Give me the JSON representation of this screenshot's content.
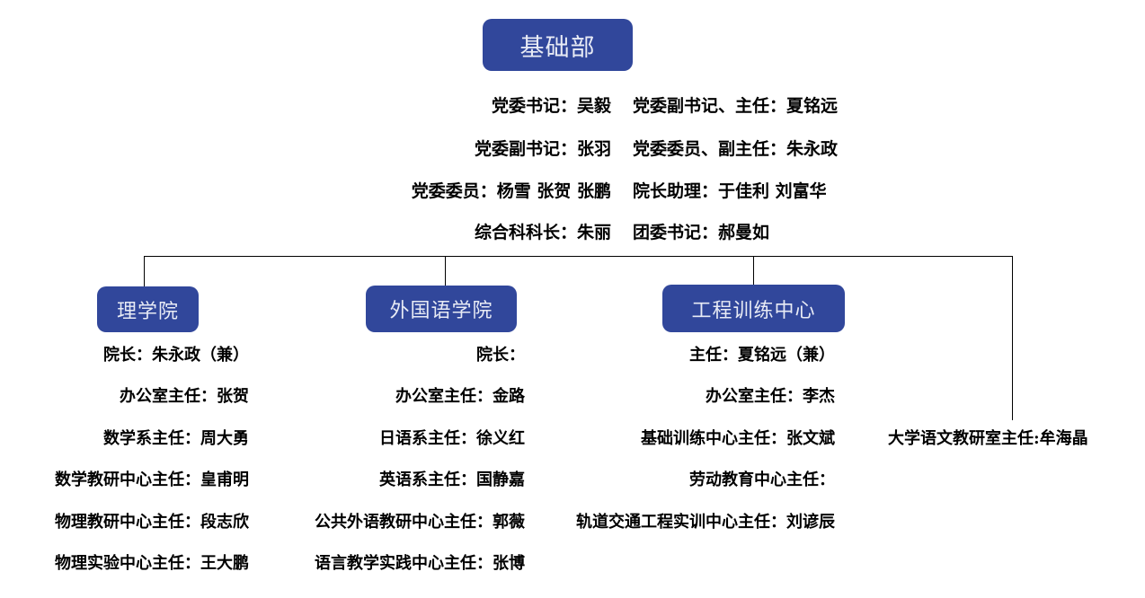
{
  "colors": {
    "node_fill": "#31479B",
    "node_text": "#E8EBF5",
    "line": "#000000",
    "background": "#FFFFFF",
    "body_text": "#000000"
  },
  "root": {
    "label": "基础部"
  },
  "executives": {
    "left_column": [
      {
        "text": "党委书记：吴毅"
      },
      {
        "text": "党委副书记：张羽"
      },
      {
        "text": "党委委员：杨雪  张贺  张鹏"
      },
      {
        "text": "综合科科长：朱丽"
      }
    ],
    "right_column": [
      {
        "text": "党委副书记、主任：夏铭远"
      },
      {
        "text": "党委委员、副主任：朱永政"
      },
      {
        "text": "院长助理：于佳利  刘富华"
      },
      {
        "text": "团委书记：郝曼如"
      }
    ]
  },
  "departments": [
    {
      "label": "理学院",
      "staff": [
        {
          "text": "院长：朱永政（兼）"
        },
        {
          "text": "办公室主任：张贺"
        },
        {
          "text": "数学系主任：周大勇"
        },
        {
          "text": "数学教研中心主任：皇甫明"
        },
        {
          "text": "物理教研中心主任：段志欣"
        },
        {
          "text": "物理实验中心主任：王大鹏"
        }
      ]
    },
    {
      "label": "外国语学院",
      "staff": [
        {
          "text": "院长："
        },
        {
          "text": "办公室主任：金路"
        },
        {
          "text": "日语系主任：徐义红"
        },
        {
          "text": "英语系主任：国静嘉"
        },
        {
          "text": "公共外语教研中心主任：郭薇"
        },
        {
          "text": "语言教学实践中心主任：张博"
        }
      ]
    },
    {
      "label": "工程训练中心",
      "staff": [
        {
          "text": "主任：夏铭远（兼）"
        },
        {
          "text": "办公室主任：李杰"
        },
        {
          "text": "基础训练中心主任：张文斌"
        },
        {
          "text": "劳动教育中心主任："
        },
        {
          "text": "轨道交通工程实训中心主任：刘谚辰"
        }
      ]
    },
    {
      "label": "",
      "staff": [
        {
          "text": "大学语文教研室主任:牟海晶"
        }
      ]
    }
  ]
}
